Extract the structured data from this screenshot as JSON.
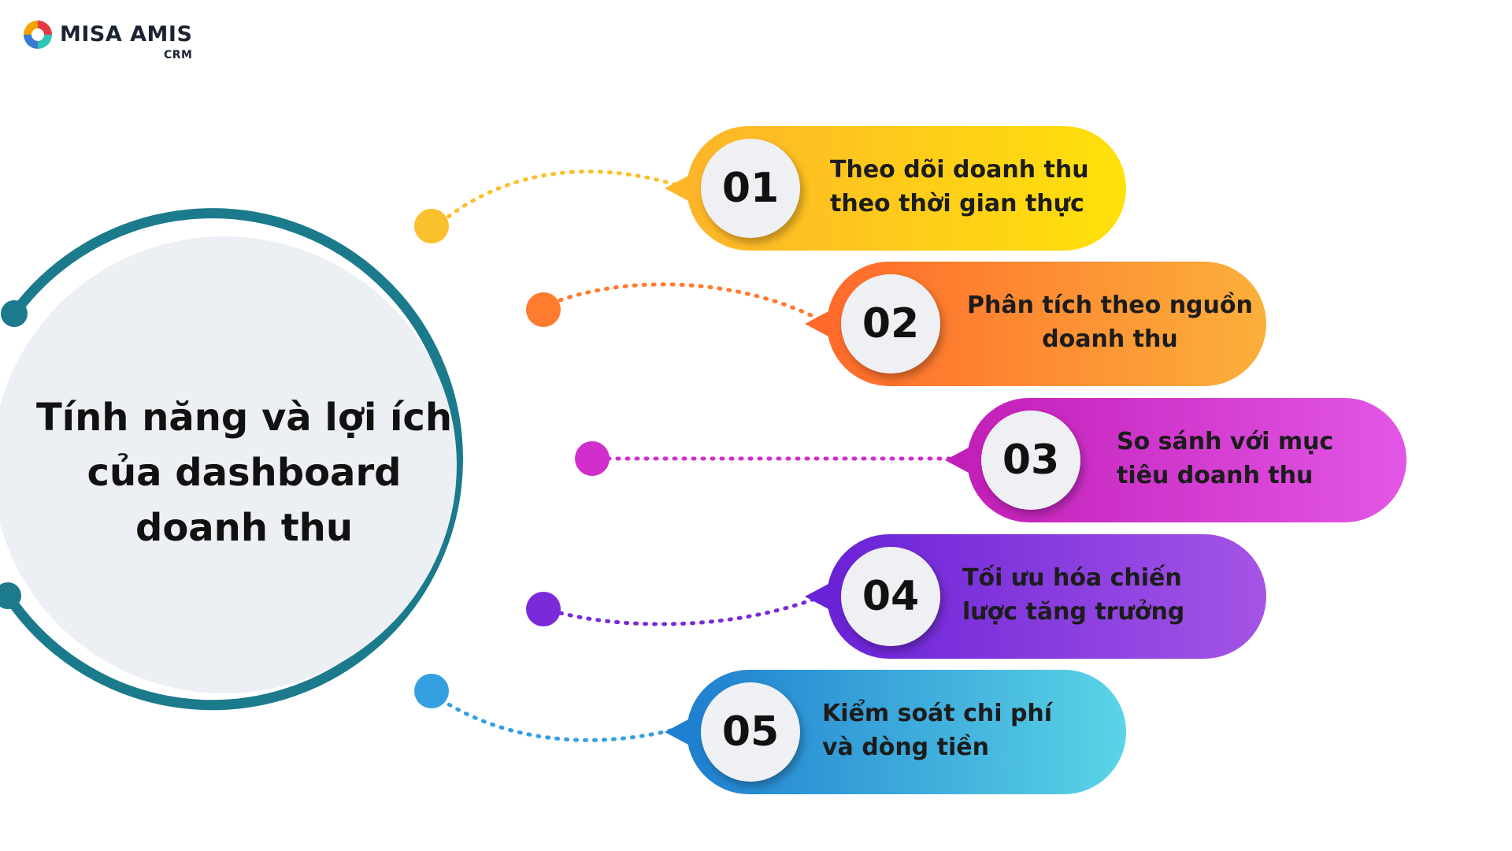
{
  "logo": {
    "brand": "MISA AMIS",
    "sub": "CRM",
    "mark_colors": [
      "#e63946",
      "#f4a300",
      "#2ec4b6",
      "#3a7bd5"
    ]
  },
  "center": {
    "title_lines": [
      "Tính năng và lợi ích",
      "của dashboard",
      "doanh thu"
    ],
    "ring_color": "#1b7a8c",
    "disc_color": "#eceff3"
  },
  "items": [
    {
      "number": "01",
      "lines": [
        "Theo dõi doanh thu",
        "theo thời gian thực"
      ],
      "gradient": [
        "#fdb52a",
        "#ffe10a"
      ],
      "dot_color": "#fbc02d"
    },
    {
      "number": "02",
      "lines": [
        "Phân tích theo nguồn",
        "doanh thu"
      ],
      "gradient": [
        "#ff6a2b",
        "#fbb03b"
      ],
      "dot_color": "#ff7b2e"
    },
    {
      "number": "03",
      "lines": [
        "So sánh với mục",
        "tiêu doanh thu"
      ],
      "gradient": [
        "#c21fb8",
        "#e357e6"
      ],
      "dot_color": "#d22ecb"
    },
    {
      "number": "04",
      "lines": [
        "Tối ưu hóa chiến",
        "lược tăng trưởng"
      ],
      "gradient": [
        "#6a22d6",
        "#a455e6"
      ],
      "dot_color": "#7a2ad8"
    },
    {
      "number": "05",
      "lines": [
        "Kiểm soát chi phí",
        "và dòng tiền"
      ],
      "gradient": [
        "#1f7fd0",
        "#5ad4e6"
      ],
      "dot_color": "#35a0e0"
    }
  ]
}
